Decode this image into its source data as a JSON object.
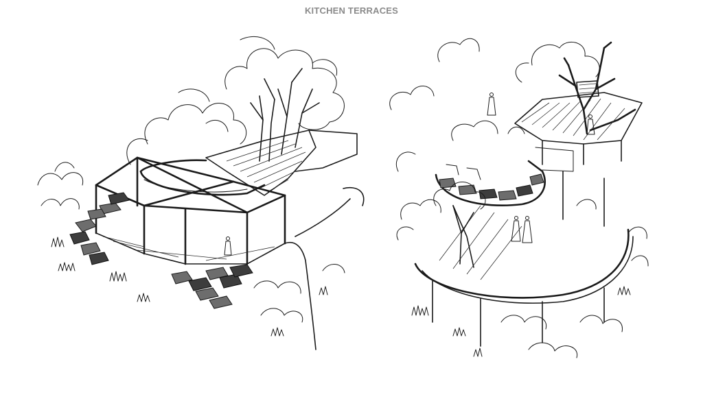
{
  "header": {
    "title": "KITCHEN TERRACES"
  },
  "colors": {
    "title": "#8a8a8a",
    "ink": "#1a1a1a",
    "background": "#ffffff"
  },
  "figures": [
    {
      "kind": "sketch",
      "subject": "glass-pavilion-terrace"
    },
    {
      "kind": "sketch",
      "subject": "curved-deck-terrace"
    }
  ]
}
